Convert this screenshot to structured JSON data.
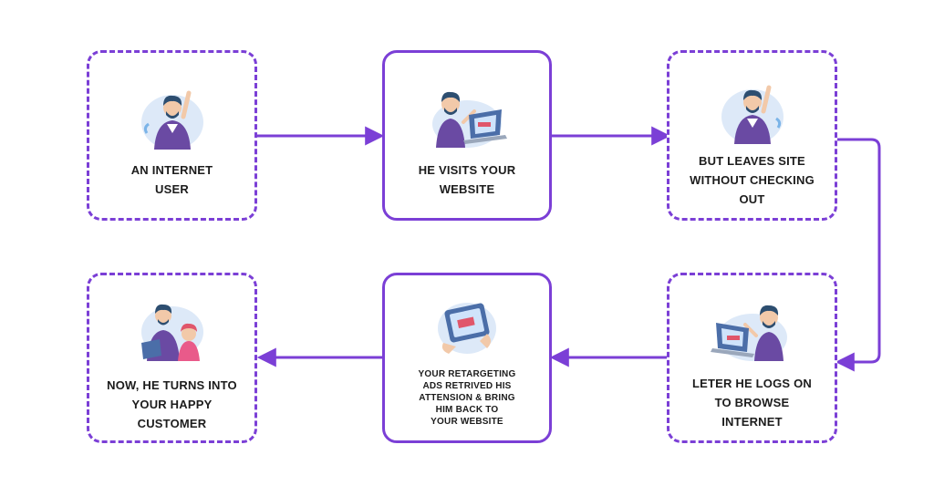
{
  "colors": {
    "accent": "#7b3fd6",
    "skin": "#f2c9a9",
    "hair": "#2d4e70",
    "vest": "#6a4aa3",
    "screen": "#4b6ea8",
    "blob": "#dde9f8"
  },
  "steps": [
    {
      "lines": [
        "AN INTERNET",
        "USER"
      ],
      "border": "dashed",
      "icon": "waving-man-icon"
    },
    {
      "lines": [
        "HE VISITS YOUR",
        "WEBSITE"
      ],
      "border": "solid",
      "icon": "man-at-laptop-icon"
    },
    {
      "lines": [
        "BUT LEAVES SITE",
        "WITHOUT CHECKING",
        "OUT"
      ],
      "border": "dashed",
      "icon": "waving-man-icon"
    },
    {
      "lines": [
        "LETER HE LOGS ON",
        "TO BROWSE",
        "INTERNET"
      ],
      "border": "dashed",
      "icon": "man-at-laptop-icon"
    },
    {
      "lines": [
        "YOUR RETARGETING",
        "ADS RETRIVED HIS",
        "ATTENSION & BRING",
        "HIM BACK TO",
        "YOUR WEBSITE"
      ],
      "border": "solid",
      "icon": "tablet-ad-icon"
    },
    {
      "lines": [
        "NOW, HE TURNS INTO",
        "YOUR HAPPY",
        "CUSTOMER"
      ],
      "border": "dashed",
      "icon": "happy-customer-icon"
    }
  ],
  "arrows": [
    {
      "from": "AN INTERNET USER",
      "to": "HE VISITS YOUR WEBSITE"
    },
    {
      "from": "HE VISITS YOUR WEBSITE",
      "to": "BUT LEAVES SITE WITHOUT CHECKING OUT"
    },
    {
      "from": "BUT LEAVES SITE WITHOUT CHECKING OUT",
      "to": "LETER HE LOGS ON TO BROWSE INTERNET"
    },
    {
      "from": "LETER HE LOGS ON TO BROWSE INTERNET",
      "to": "YOUR RETARGETING ADS RETRIVED HIS ATTENSION & BRING HIM BACK TO YOUR WEBSITE"
    },
    {
      "from": "YOUR RETARGETING ADS RETRIVED HIS ATTENSION & BRING HIM BACK TO YOUR WEBSITE",
      "to": "NOW, HE TURNS INTO YOUR HAPPY CUSTOMER"
    }
  ]
}
